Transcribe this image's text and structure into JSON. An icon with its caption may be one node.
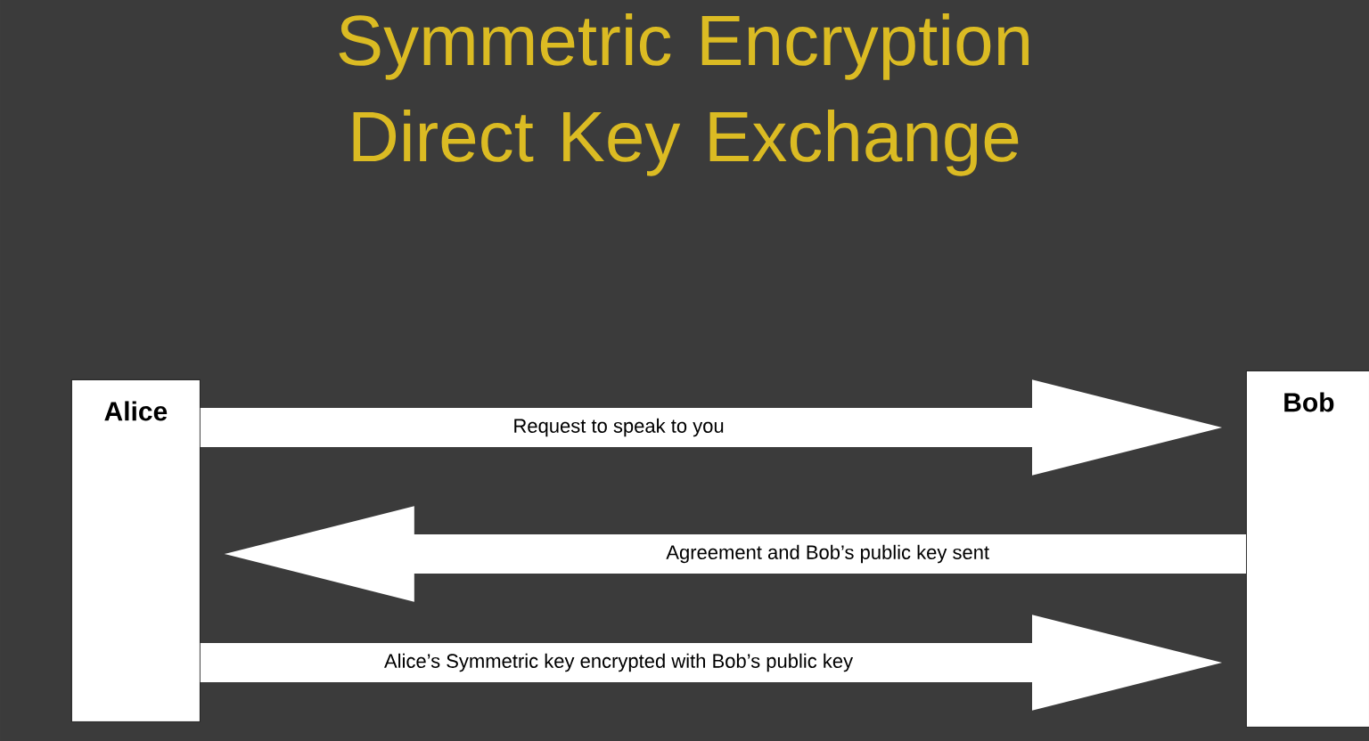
{
  "diagram": {
    "title": "Symmetric Encryption Direct Key Exchange",
    "nodes": [
      {
        "text": [
          "Alice"
        ]
      },
      {
        "text": [
          "Bob"
        ]
      }
    ],
    "edges": [
      {
        "from": 0,
        "to": 1,
        "arrow": "to",
        "label": "Request to speak to you"
      },
      {
        "from": 1,
        "to": 0,
        "arrow": "to",
        "label": "Agreement and Bob’s public key sent"
      },
      {
        "from": 0,
        "to": 1,
        "arrow": "to",
        "label": "Alice’s Symmetric key encrypted with Bob’s public key"
      }
    ]
  }
}
